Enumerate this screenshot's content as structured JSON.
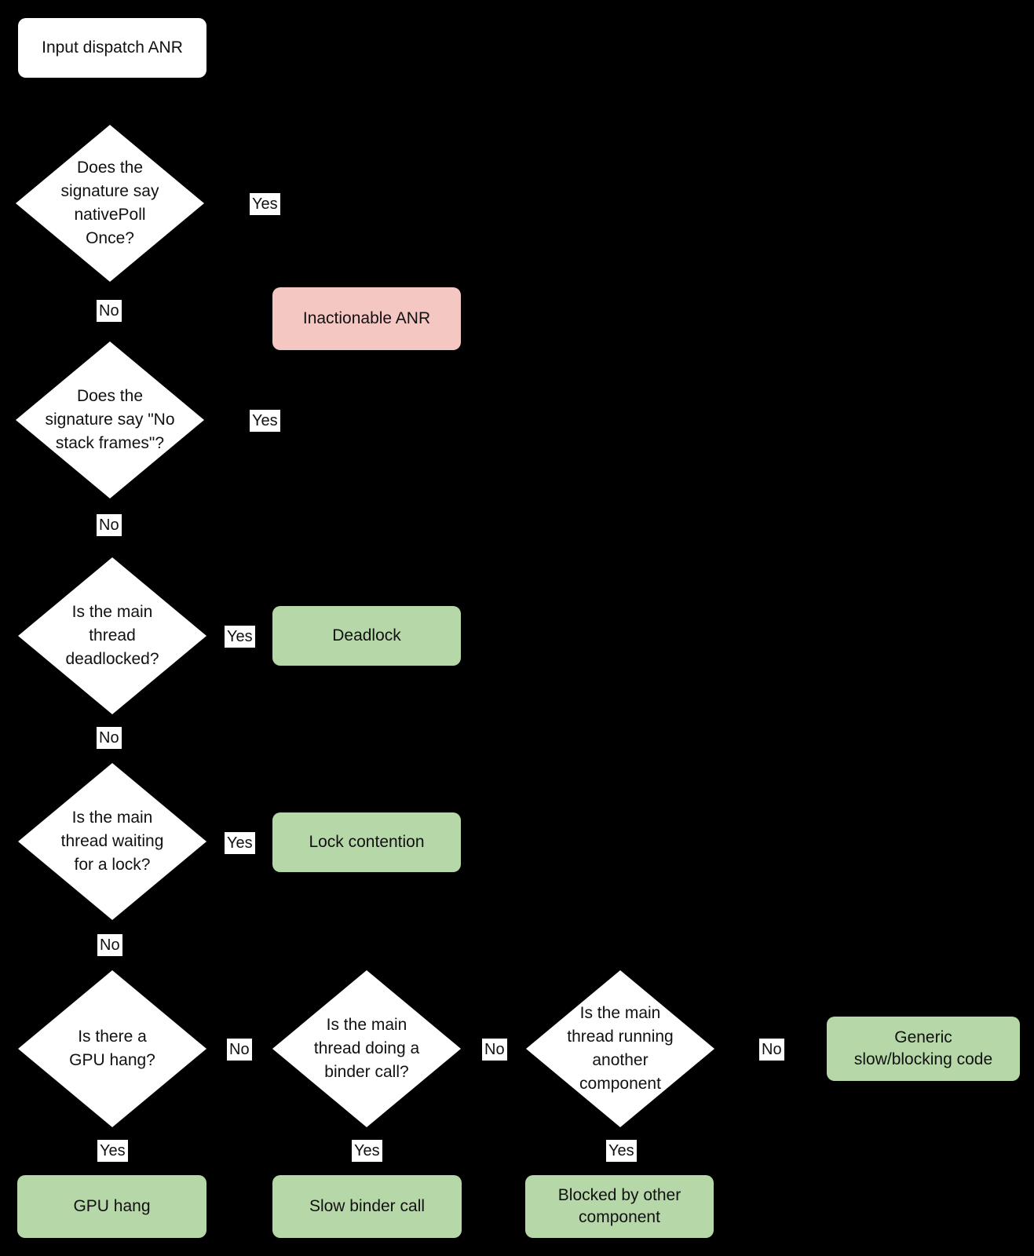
{
  "colors": {
    "background": "#000000",
    "node_fill": "#ffffff",
    "positive_outcome_fill": "#b6d7a8",
    "negative_outcome_fill": "#f4c7c3",
    "text": "#111111"
  },
  "start": {
    "label": "Input dispatch ANR"
  },
  "decisions": [
    {
      "id": "native-poll",
      "lines": [
        "Does the",
        "signature say",
        "nativePoll",
        "Once?"
      ]
    },
    {
      "id": "no-stack-frames",
      "lines": [
        "Does the",
        "signature say \"No",
        "stack frames\"?"
      ]
    },
    {
      "id": "deadlocked",
      "lines": [
        "Is the main",
        "thread",
        "deadlocked?"
      ]
    },
    {
      "id": "waiting-lock",
      "lines": [
        "Is the main",
        "thread waiting",
        "for a lock?"
      ]
    },
    {
      "id": "gpu-hang",
      "lines": [
        "Is there a",
        "GPU hang?"
      ]
    },
    {
      "id": "binder-call",
      "lines": [
        "Is the main",
        "thread doing a",
        "binder call?"
      ]
    },
    {
      "id": "other-component",
      "lines": [
        "Is the main",
        "thread running",
        "another",
        "component"
      ]
    }
  ],
  "outcomes": [
    {
      "id": "inactionable",
      "type": "negative",
      "lines": [
        "Inactionable ANR"
      ]
    },
    {
      "id": "deadlock",
      "type": "positive",
      "lines": [
        "Deadlock"
      ]
    },
    {
      "id": "lock-contention",
      "type": "positive",
      "lines": [
        "Lock contention"
      ]
    },
    {
      "id": "generic",
      "type": "positive",
      "lines": [
        "Generic",
        "slow/blocking code"
      ]
    },
    {
      "id": "gpu-hang",
      "type": "positive",
      "lines": [
        "GPU hang"
      ]
    },
    {
      "id": "slow-binder",
      "type": "positive",
      "lines": [
        "Slow binder call"
      ]
    },
    {
      "id": "blocked-other",
      "type": "positive",
      "lines": [
        "Blocked by other",
        "component"
      ]
    }
  ],
  "edge_labels": {
    "yes": "Yes",
    "no": "No"
  }
}
